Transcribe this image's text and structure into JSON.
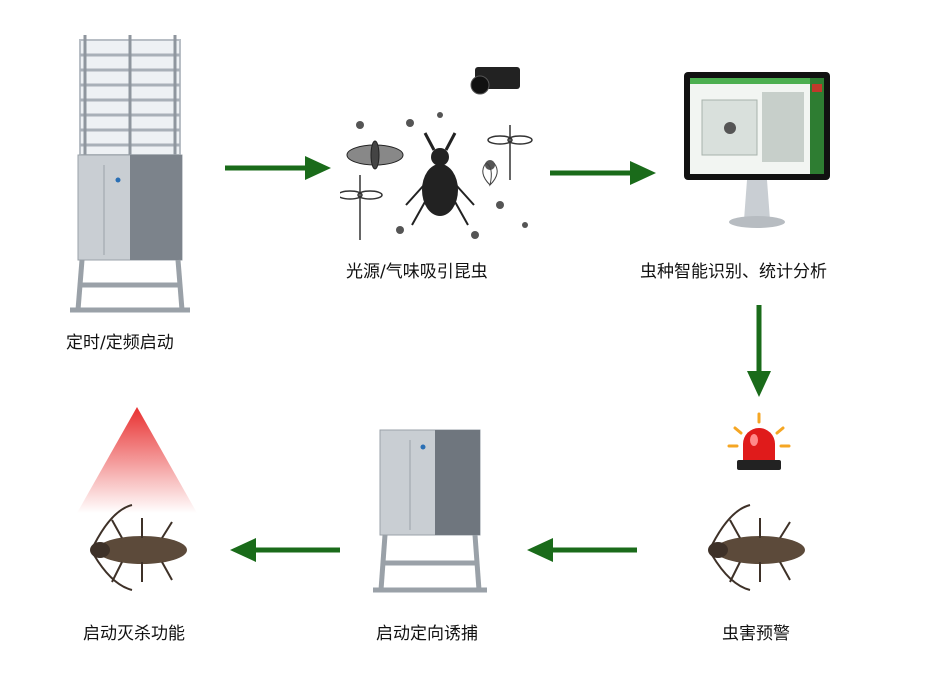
{
  "steps": {
    "timer_start": "定时/定频启动",
    "light_attract": "光源/气味吸引昆虫",
    "ai_identify": "虫种智能识别、统计分析",
    "pest_alert": "虫害预警",
    "directional_trap": "启动定向诱捕",
    "kill_function": "启动灭杀功能"
  },
  "colors": {
    "arrow": "#1a6b1a",
    "alarm_red": "#e01b1b",
    "screen_green": "#2e7d32",
    "kill_zone_red": "#e83030"
  }
}
